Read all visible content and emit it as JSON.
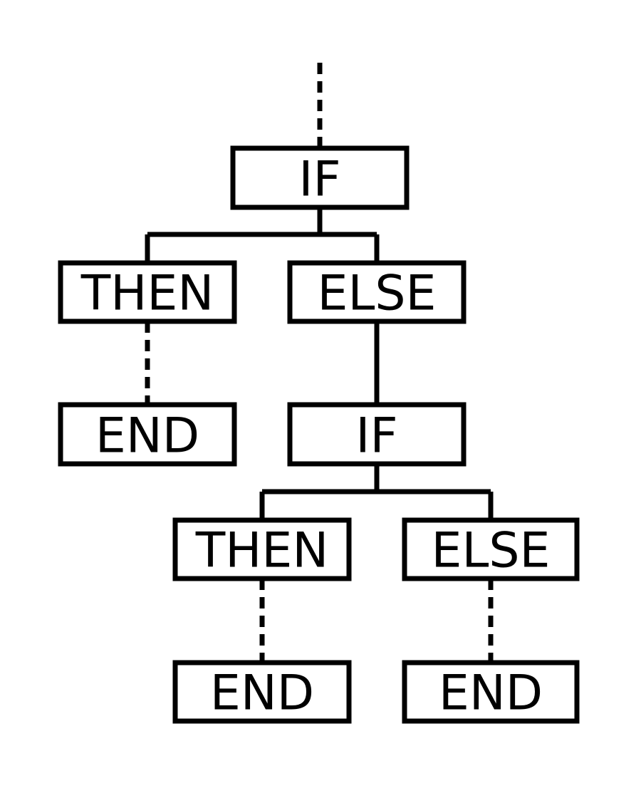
{
  "diagram": {
    "nodes": [
      {
        "id": "if1",
        "label": "IF"
      },
      {
        "id": "then1",
        "label": "THEN"
      },
      {
        "id": "else1",
        "label": "ELSE"
      },
      {
        "id": "end1",
        "label": "END"
      },
      {
        "id": "if2",
        "label": "IF"
      },
      {
        "id": "then2",
        "label": "THEN"
      },
      {
        "id": "else2",
        "label": "ELSE"
      },
      {
        "id": "end2",
        "label": "END"
      },
      {
        "id": "end3",
        "label": "END"
      }
    ],
    "edges": [
      {
        "from": "",
        "to": "if1",
        "style": "dashed"
      },
      {
        "from": "if1",
        "to": "then1",
        "style": "solid"
      },
      {
        "from": "if1",
        "to": "else1",
        "style": "solid"
      },
      {
        "from": "then1",
        "to": "end1",
        "style": "dashed"
      },
      {
        "from": "else1",
        "to": "if2",
        "style": "solid"
      },
      {
        "from": "if2",
        "to": "then2",
        "style": "solid"
      },
      {
        "from": "if2",
        "to": "else2",
        "style": "solid"
      },
      {
        "from": "then2",
        "to": "end2",
        "style": "dashed"
      },
      {
        "from": "else2",
        "to": "end3",
        "style": "dashed"
      }
    ]
  }
}
